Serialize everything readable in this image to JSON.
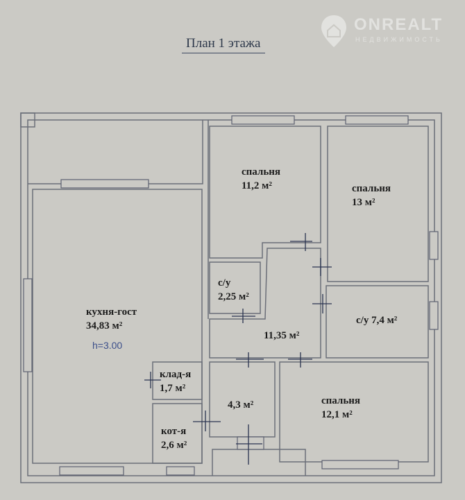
{
  "title": "План 1 этажа",
  "watermark": {
    "name": "ONREALT",
    "subtitle": "НЕДВИЖИМОСТЬ"
  },
  "rooms": {
    "kitchen": {
      "name": "кухня-гост",
      "area": "34,83 м²",
      "height": "h=3.00"
    },
    "bedroom1": {
      "name": "спальня",
      "area": "11,2 м²"
    },
    "bedroom2": {
      "name": "спальня",
      "area": "13 м²"
    },
    "bathroom1": {
      "name": "с/у",
      "area": "2,25 м²"
    },
    "hall": {
      "area": "11,35 м²"
    },
    "bathroom2": {
      "label": "с/у 7,4 м²"
    },
    "storage": {
      "name": "клад-я",
      "area": "1,7 м²"
    },
    "vestibule": {
      "area": "4,3 м²"
    },
    "boiler": {
      "name": "кот-я",
      "area": "2,6 м²"
    },
    "bedroom3": {
      "name": "спальня",
      "area": "12,1 м²"
    }
  },
  "colors": {
    "background": "#cbcac5",
    "wall": "#6b6e78",
    "door": "#2a3350"
  }
}
